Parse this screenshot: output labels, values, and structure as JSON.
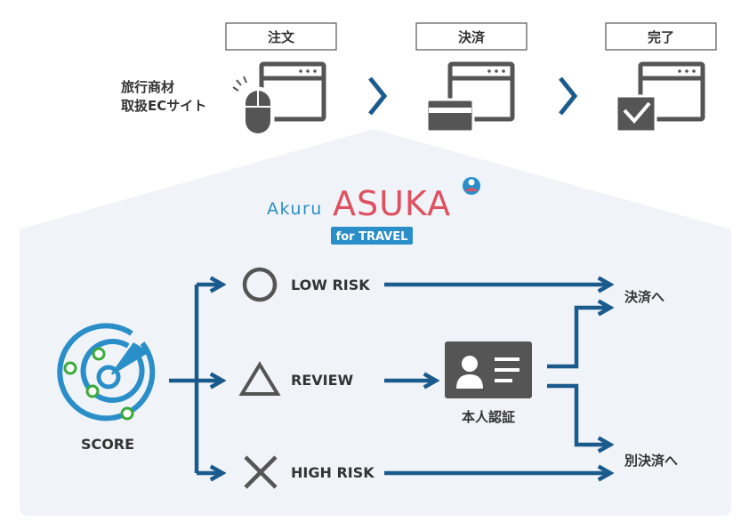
{
  "flow": {
    "left_label_line1": "旅行商材",
    "left_label_line2": "取扱ECサイト",
    "steps": [
      {
        "label": "注文",
        "icon": "browser-mouse-icon"
      },
      {
        "label": "決済",
        "icon": "browser-card-icon"
      },
      {
        "label": "完了",
        "icon": "browser-check-icon"
      }
    ]
  },
  "brand": {
    "prefix": "Akuru",
    "name": "ASUKA",
    "badge": "for TRAVEL"
  },
  "score": {
    "label": "SCORE",
    "icon": "radar-score-icon"
  },
  "risks": [
    {
      "label": "LOW RISK",
      "icon": "circle-icon"
    },
    {
      "label": "REVIEW",
      "icon": "triangle-icon"
    },
    {
      "label": "HIGH RISK",
      "icon": "cross-icon"
    }
  ],
  "auth": {
    "label": "本人認証",
    "icon": "id-card-icon"
  },
  "outcomes": {
    "pay": "決済へ",
    "alt_pay": "別決済へ"
  },
  "colors": {
    "accent_blue": "#1a5b8e",
    "brand_red": "#e05060",
    "brand_cyan": "#2a8ec8",
    "icon_gray": "#555555",
    "panel_bg": "#f0f3f7",
    "score_green": "#3caa3c"
  }
}
